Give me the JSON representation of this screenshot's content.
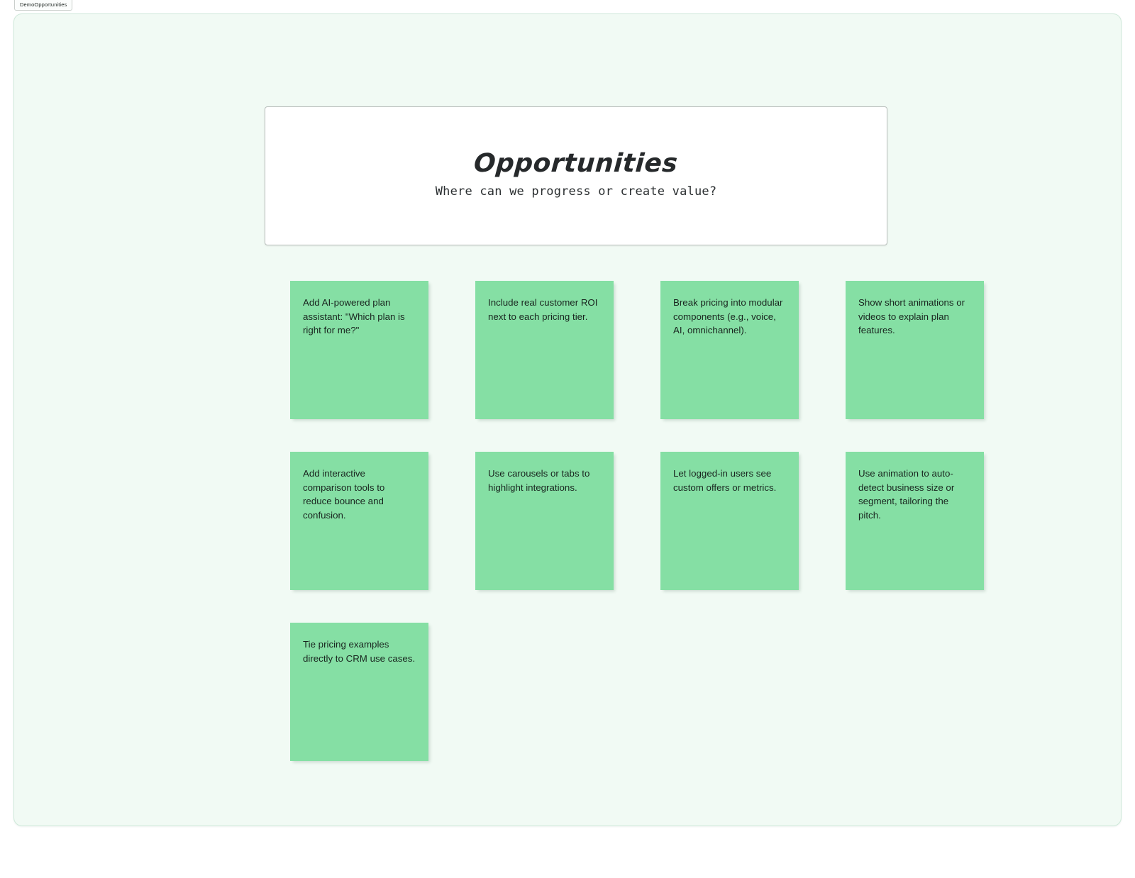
{
  "tabbar": {
    "tabs": [
      {
        "label": "DemoOpportunities"
      }
    ]
  },
  "header": {
    "title": "Opportunities",
    "subtitle": "Where can we progress or create value?"
  },
  "colors": {
    "board_background": "#f1faf4",
    "board_border": "#cfe9da",
    "note_background": "#85dfa4",
    "note_text": "#19251f",
    "header_card_background": "#ffffff",
    "header_card_border": "#b9bfbc"
  },
  "notes": [
    {
      "text": "Add AI-powered plan assistant: \"Which plan is right for me?\""
    },
    {
      "text": "Include real customer ROI next to each pricing tier."
    },
    {
      "text": "Break pricing into modular components (e.g., voice, AI, omnichannel)."
    },
    {
      "text": "Show short animations or videos to explain plan features."
    },
    {
      "text": "Add interactive comparison tools to reduce bounce and confusion."
    },
    {
      "text": "Use carousels or tabs to highlight integrations."
    },
    {
      "text": "Let logged-in users see custom offers or metrics."
    },
    {
      "text": "Use animation to auto-detect business size or segment, tailoring the pitch."
    },
    {
      "text": "Tie pricing examples directly to CRM use cases."
    }
  ]
}
